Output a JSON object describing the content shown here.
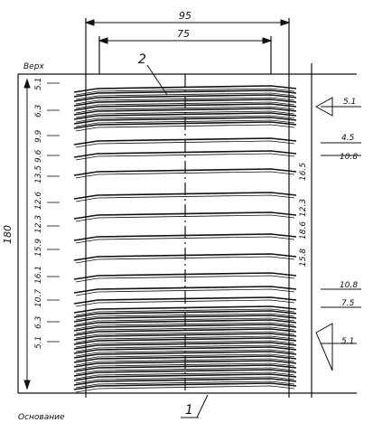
{
  "drawing": {
    "top_label": "Верх",
    "bottom_label": "Основание",
    "width_outer": "95",
    "width_inner": "75",
    "height_total": "180",
    "callout_1": "1",
    "callout_2": "2",
    "right_top": "5.1",
    "right_mid_1": "4.5",
    "right_mid_2": "10.8",
    "right_bot_1": "10.8",
    "right_bot_2": "7.5",
    "right_bottom": "5.1",
    "inner_pitches": [
      "16.5",
      "12.3",
      "18.6",
      "15.8"
    ],
    "left_pitches": [
      "5.1",
      "6.3",
      "9.9",
      "9.6",
      "13.5",
      "12.6",
      "12.3",
      "15.9",
      "16.1",
      "10.7",
      "6.3",
      "5.1"
    ]
  }
}
